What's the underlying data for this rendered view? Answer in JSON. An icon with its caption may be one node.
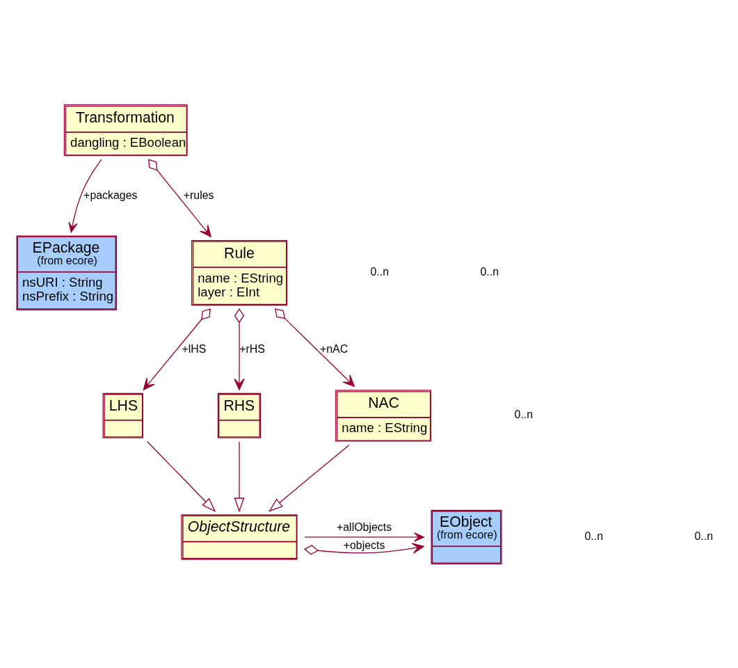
{
  "diagram": {
    "nodes": [
      {
        "text": [
          "Transformation",
          "dangling : EBoolean"
        ]
      },
      {
        "text": [
          "EPackage",
          "(from ecore)",
          "nsURI : String",
          "nsPrefix : String"
        ]
      },
      {
        "text": [
          "Rule",
          "name : EString",
          "layer : EInt"
        ]
      },
      {
        "text": [
          "LHS"
        ]
      },
      {
        "text": [
          "RHS"
        ]
      },
      {
        "text": [
          "NAC",
          "name : EString"
        ]
      },
      {
        "text": [
          "ObjectStructure"
        ]
      },
      {
        "text": [
          "EObject",
          "(from ecore)"
        ]
      }
    ],
    "edges": [
      {
        "from": 0,
        "to": 2,
        "arrow": "to",
        "label": "+rules"
      },
      {
        "from": 0,
        "to": 1,
        "arrow": "to",
        "label": "+packages"
      },
      {
        "from": 2,
        "to": 3,
        "arrow": "to",
        "label": "+lHS"
      },
      {
        "from": 2,
        "to": 4,
        "arrow": "to",
        "label": "+rHS"
      },
      {
        "from": 2,
        "to": 5,
        "arrow": "to",
        "label": "+nAC"
      },
      {
        "from": 3,
        "to": 6,
        "arrow": "to"
      },
      {
        "from": 4,
        "to": 6,
        "arrow": "to"
      },
      {
        "from": 5,
        "to": 6,
        "arrow": "to"
      },
      {
        "from": 6,
        "to": 7,
        "arrow": "to",
        "label": "+allObjects"
      },
      {
        "from": 6,
        "to": 7,
        "arrow": "to",
        "label": "+objects"
      }
    ],
    "labels": [
      "0..n",
      "0..n",
      "0..n",
      "0..n",
      "0..n"
    ]
  }
}
